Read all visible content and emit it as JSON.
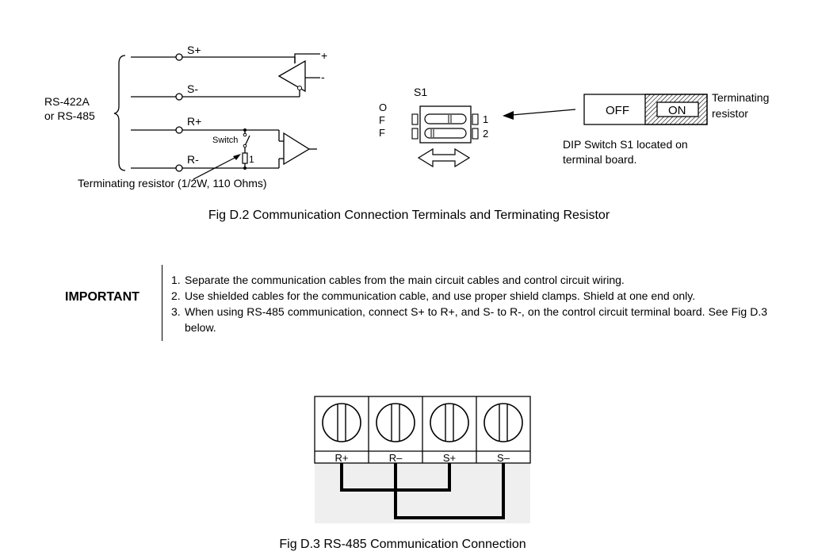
{
  "fig_d2": {
    "caption": "Fig D.2   Communication Connection Terminals and Terminating Resistor",
    "interface_label_line1": "RS-422A",
    "interface_label_line2": "or RS-485",
    "terminals": [
      "S+",
      "S-",
      "R+",
      "R-"
    ],
    "driver_plus": "+",
    "driver_minus": "-",
    "switch_label": "Switch",
    "switch_pin": "1",
    "resistor_label": "Terminating resistor (1/2W, 110 Ohms)",
    "dip": {
      "name": "S1",
      "off_letters": [
        "O",
        "F",
        "F"
      ],
      "positions": [
        "1",
        "2"
      ],
      "off_label": "OFF",
      "on_label": "ON",
      "side_label_line1": "Terminating",
      "side_label_line2": "resistor",
      "note_line1": "DIP Switch S1 located on",
      "note_line2": "terminal board."
    }
  },
  "important": {
    "label": "IMPORTANT",
    "items": [
      {
        "num": "1.",
        "text": "Separate the communication cables from the main circuit cables and control circuit wiring."
      },
      {
        "num": "2.",
        "text": "Use shielded cables for the communication cable, and use proper shield clamps. Shield at one end only."
      },
      {
        "num": "3.",
        "text": "When using RS-485 communication, connect S+ to R+, and S- to R-, on the control circuit terminal board. See Fig D.3 below."
      }
    ]
  },
  "fig_d3": {
    "caption": "Fig D.3   RS-485 Communication Connection",
    "terminals": [
      "R+",
      "R–",
      "S+",
      "S–"
    ]
  }
}
